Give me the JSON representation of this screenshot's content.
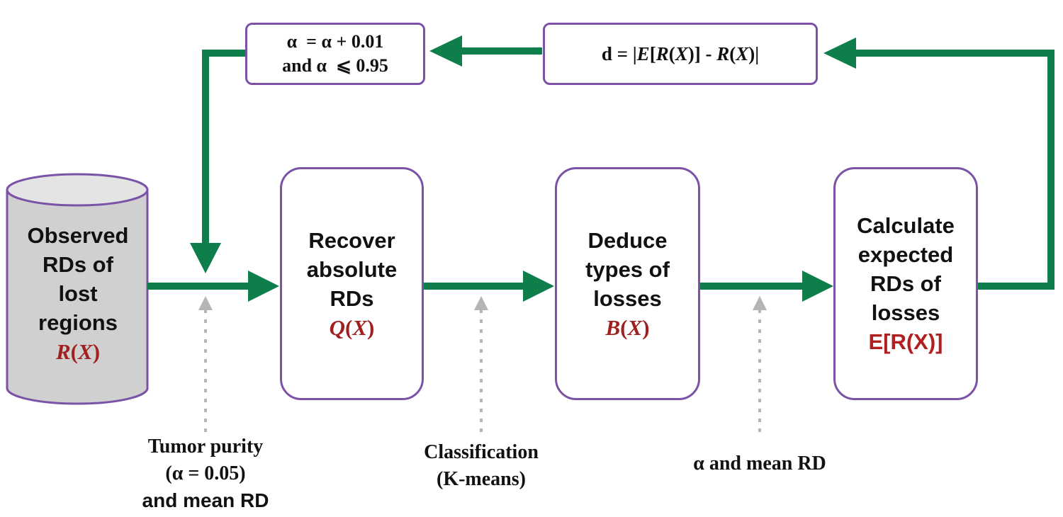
{
  "source": {
    "lines": [
      "Observed",
      "RDs of",
      "lost",
      "regions"
    ],
    "symbol_fn": "R",
    "symbol_arg": "X"
  },
  "steps": [
    {
      "lines": [
        "Recover",
        "absolute",
        "RDs"
      ],
      "symbol_fn": "Q",
      "symbol_arg": "X"
    },
    {
      "lines": [
        "Deduce",
        "types of",
        "losses"
      ],
      "symbol_fn": "B",
      "symbol_arg": "X"
    },
    {
      "lines": [
        "Calculate",
        "expected",
        "RDs of",
        "losses"
      ],
      "symbol": "E[R(X)]"
    }
  ],
  "inputs": [
    {
      "lines": [
        "Tumor purity",
        "(α = 0.05)",
        "and mean RD"
      ]
    },
    {
      "lines": [
        "Classification",
        "(K-means)"
      ]
    },
    {
      "lines": [
        "α and mean RD"
      ]
    }
  ],
  "feedback": {
    "difference": "d = |E[R(X)] - R(X)|",
    "difference_parts": {
      "lhs": "d = |",
      "e": "E",
      "mid1": "[",
      "r1": "R",
      "mid2": "(",
      "x1": "X",
      "mid3": ")] - ",
      "r2": "R",
      "mid4": "(",
      "x2": "X",
      "rhs": ")|"
    },
    "update_line1": "α  = α + 0.01",
    "update_line2": "and α  ⩽ 0.95"
  },
  "colors": {
    "arrow": "#0e7e4a",
    "dotted_arrow": "#b5b5b5",
    "box_border": "#7b52a6",
    "symbol": "#a02020",
    "cylinder_fill": "#d0d0d0"
  }
}
